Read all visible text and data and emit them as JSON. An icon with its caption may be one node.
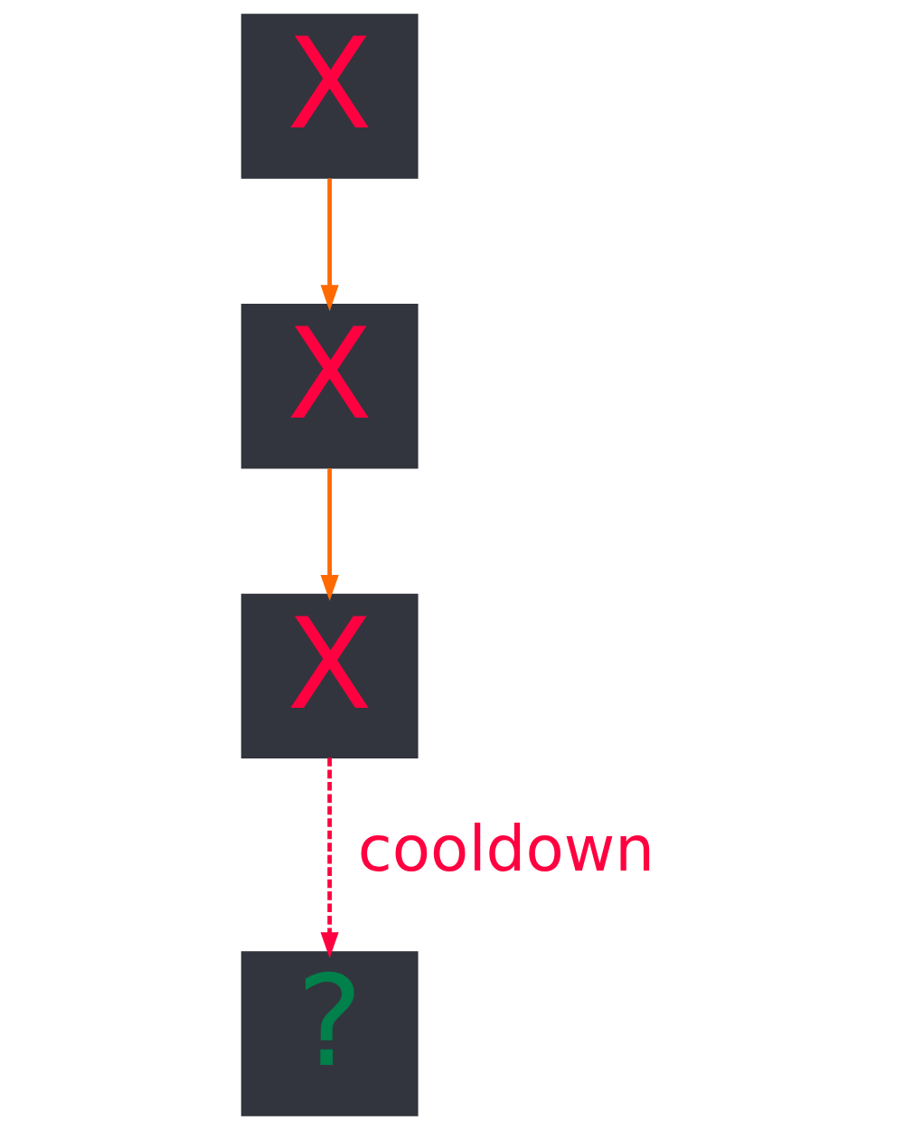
{
  "diagram": {
    "nodes": [
      {
        "text": [
          "X"
        ]
      },
      {
        "text": [
          "X"
        ]
      },
      {
        "text": [
          "X"
        ]
      },
      {
        "text": [
          "?"
        ]
      }
    ],
    "edges": [
      {
        "from": 0,
        "to": 1,
        "arrow": "to",
        "color": "#ff6a00"
      },
      {
        "from": 1,
        "to": 2,
        "arrow": "to",
        "color": "#ff6a00"
      },
      {
        "from": 2,
        "to": 3,
        "arrow": "to",
        "label": "cooldown",
        "style": "dashed",
        "color": "#ff0040"
      }
    ]
  }
}
